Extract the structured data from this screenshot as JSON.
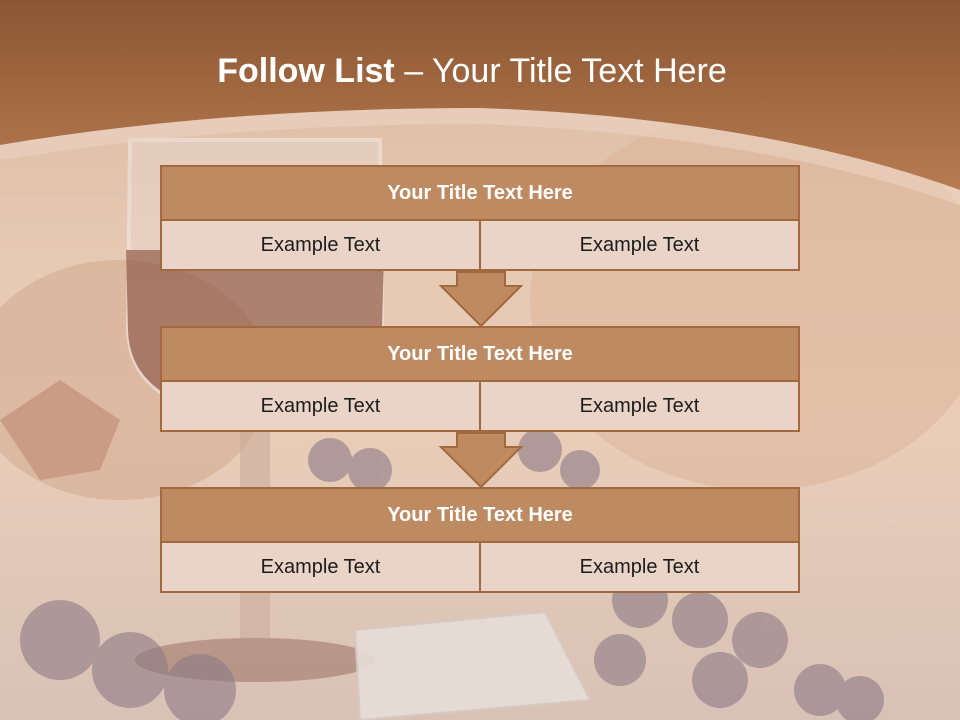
{
  "slide": {
    "title_bold": "Follow List",
    "title_rest": " – Your Title Text Here"
  },
  "blocks": [
    {
      "title": "Your Title Text Here",
      "left": "Example Text",
      "right": "Example Text"
    },
    {
      "title": "Your Title Text Here",
      "left": "Example Text",
      "right": "Example Text"
    },
    {
      "title": "Your Title Text Here",
      "left": "Example Text",
      "right": "Example Text"
    }
  ],
  "colors": {
    "header_band": "#8d5a35",
    "block_title_fill": "#be8a62",
    "block_border": "#a2693f",
    "cell_fill": "#e9d4c7"
  },
  "icons": [
    "down-arrow-icon",
    "down-arrow-icon"
  ]
}
